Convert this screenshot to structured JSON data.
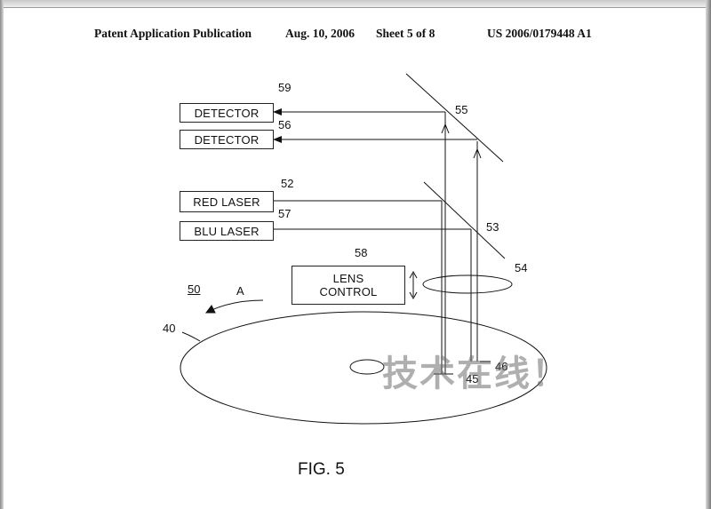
{
  "header": {
    "publication": "Patent Application Publication",
    "date": "Aug. 10, 2006",
    "sheet": "Sheet 5 of 8",
    "number": "US 2006/0179448 A1"
  },
  "boxes": {
    "detector_1": "DETECTOR",
    "detector_2": "DETECTOR",
    "red_laser": "RED LASER",
    "blu_laser": "BLU LASER",
    "lens_control_line1": "LENS",
    "lens_control_line2": "CONTROL"
  },
  "refs": {
    "r59": "59",
    "r55": "55",
    "r56": "56",
    "r52": "52",
    "r57": "57",
    "r53": "53",
    "r58": "58",
    "r54": "54",
    "r50": "50",
    "rA": "A",
    "r40": "40",
    "r46": "46",
    "r45": "45"
  },
  "figure_label": "FIG. 5",
  "watermark": "技术在线！",
  "colors": {
    "ink": "#111111",
    "watermark": "#6e6e6e"
  }
}
